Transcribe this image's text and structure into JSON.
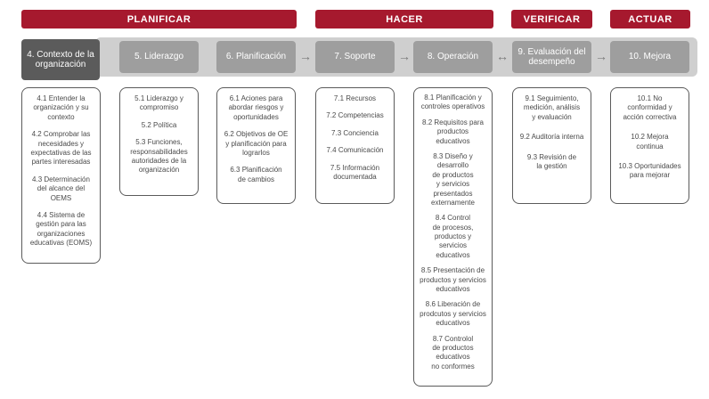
{
  "phases": {
    "planificar": "PLANIFICAR",
    "hacer": "HACER",
    "verificar": "VERIFICAR",
    "actuar": "ACTUAR"
  },
  "steps": [
    "4. Contexto de la\norganización",
    "5. Liderazgo",
    "6. Planificación",
    "7. Soporte",
    "8. Operación",
    "9. Evaluación del\ndesempeño",
    "10. Mejora"
  ],
  "arrows": {
    "right": "→",
    "both": "↔"
  },
  "details": [
    [
      "4.1 Entender la\norganización y su\ncontexto",
      "4.2 Comprobar las\nnecesidades y\nexpectativas de las\npartes interesadas",
      "4.3 Determinación\ndel alcance del\nOEMS",
      "4.4 Sistema de\ngestión para las\norganizaciones\neducativas (EOMS)"
    ],
    [
      "5.1 Liderazgo y\ncompromiso",
      "5.2 Política",
      "5.3 Funciones,\nresponsabilidades\nautoridades de la\norganización"
    ],
    [
      "6.1 Aciones para\nabordar riesgos y\noportunidades",
      "6.2 Objetivos de OE\ny planificación para\nlograrlos",
      "6.3 Planificación\nde cambios"
    ],
    [
      "7.1 Recursos",
      "7.2 Competencias",
      "7.3 Conciencia",
      "7.4 Comunicación",
      "7.5 Información\ndocumentada"
    ],
    [
      "8.1 Planificación y\ncontroles operativos",
      "8.2 Requisitos para\nproductos\neducativos",
      "8.3 Diseño y\ndesarrollo\nde productos\ny servicios\npresentados\nexternamente",
      "8.4 Control\nde procesos,\nproductos y\nservicios\neducativos",
      "8.5 Presentación de\nproductos y servicios\neducativos",
      "8.6 Liberación de\nprodcutos y servicios\neducativos",
      "8.7 Controlol\nde productos\neducativos\nno conformes"
    ],
    [
      "9.1 Seguimiento,\nmedición, análisis\ny evaluación",
      "9.2 Auditoría interna",
      "9.3 Revisión de\nla gestión"
    ],
    [
      "10.1 No\nconformidad y\nacción correctiva",
      "10.2 Mejora\ncontinua",
      "10.3 Oportunidades\npara mejorar"
    ]
  ]
}
